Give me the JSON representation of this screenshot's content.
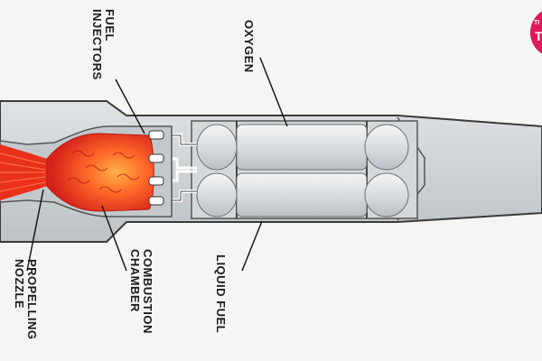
{
  "labels": {
    "fuel_injectors": [
      "FUEL",
      "INJECTORS"
    ],
    "oxygen": "OXYGEN",
    "liquid_fuel": "LIQUID FUEL",
    "combustion_chamber": [
      "COMBUSTION",
      "CHAMBER"
    ],
    "propelling_nozzle": [
      "PROPELLING",
      "NOZZLE"
    ]
  },
  "badge": {
    "small": "TI",
    "large": "T"
  },
  "colors": {
    "body_fill": "#cfd3d6",
    "body_outline": "#3a3a3a",
    "tank_fill": "#e3e6e8",
    "flame_core": "#e8301a",
    "flame_glow": "#ff9a3c",
    "exhaust": "#e8301a",
    "badge": "#e0195c"
  },
  "icons": {
    "badge": "watermark-logo"
  }
}
